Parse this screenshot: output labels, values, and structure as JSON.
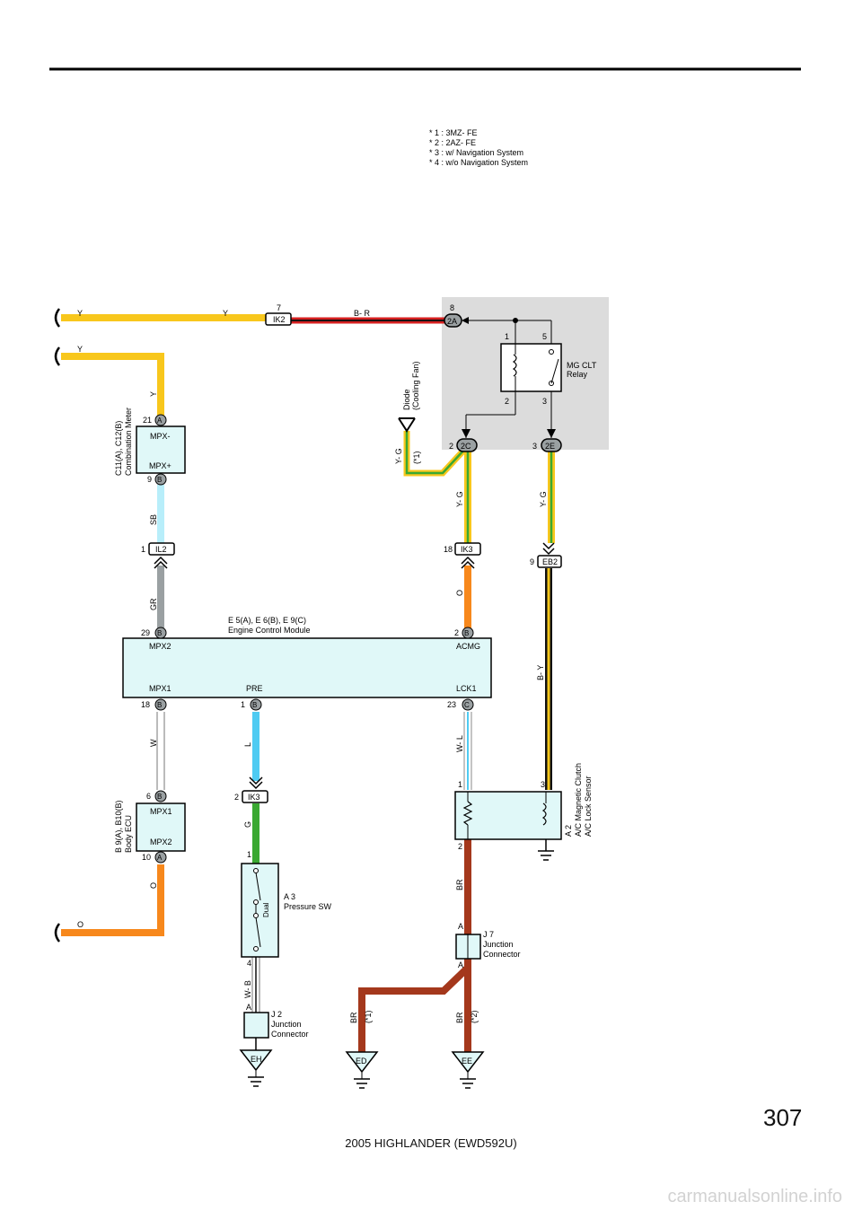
{
  "notes": [
    "* 1 : 3MZ- FE",
    "* 2 : 2AZ- FE",
    "* 3 : w/ Navigation System",
    "* 4 : w/o Navigation System"
  ],
  "colors": {
    "Y": "#f8c71c",
    "R": "#d62020",
    "B": "#111111",
    "G": "#3aa832",
    "SB": "#b8eefa",
    "GR": "#9aa0a2",
    "O": "#f7881c",
    "W": "#ffffff",
    "L": "#4fcbf2",
    "BR": "#a4381c",
    "relay_block_bg": "#dcdcdc",
    "component_fill": "#e0f8f8"
  },
  "wires": {
    "y_top_left": "Y",
    "y_top_right": "Y",
    "y_second": "Y",
    "y_vertical": "Y",
    "b_r": "B- R",
    "sb": "SB",
    "gr": "GR",
    "w": "W",
    "l": "L",
    "g": "G",
    "w_b": "W- B",
    "o_left": "O",
    "o_ecm": "O",
    "w_l": "W- L",
    "y_g_diode": "Y- G",
    "y_g_2c": "Y- G",
    "y_g_2e": "Y- G",
    "b_y": "B- Y",
    "br_sensor": "BR",
    "br_ed": "BR",
    "br_ee": "BR",
    "note_1": "(*1)",
    "note_1b": "(*1)",
    "note_2": "(*2)"
  },
  "connectors": {
    "ik2": "IK2",
    "ik2_pin": "7",
    "c2a": "2A",
    "c2a_pin": "8",
    "il2": "IL2",
    "il2_pin": "1",
    "ik3_top": "IK3",
    "ik3_top_pin": "18",
    "eb2": "EB2",
    "eb2_pin": "9",
    "c2c": "2C",
    "c2c_pin": "2",
    "c2e": "2E",
    "c2e_pin": "3",
    "ik3_bot": "IK3",
    "ik3_bot_pin": "2"
  },
  "relay": {
    "name": "MG CLT",
    "sub": "Relay",
    "pin1": "1",
    "pin5": "5",
    "pin2": "2",
    "pin3": "3"
  },
  "diode": {
    "name": "Diode",
    "sub": "(Cooling Fan)"
  },
  "meter": {
    "id": "C11(A), C12(B)",
    "name": "Combination Meter",
    "top_pin": "21",
    "top_conn": "A",
    "top_label": "MPX-",
    "bot_pin": "9",
    "bot_conn": "B",
    "bot_label": "MPX+"
  },
  "ecm": {
    "id": "E 5(A), E 6(B), E 9(C)",
    "name": "Engine Control Module",
    "mpx2": "MPX2",
    "acmg": "ACMG",
    "mpx1": "MPX1",
    "pre": "PRE",
    "lck1": "LCK1",
    "pin_mpx2": "29",
    "conn_mpx2": "B",
    "pin_acmg": "2",
    "conn_acmg": "B",
    "pin_mpx1": "18",
    "conn_mpx1": "B",
    "pin_pre": "1",
    "conn_pre": "B",
    "pin_lck1": "23",
    "conn_lck1": "C"
  },
  "body_ecu": {
    "id": "B 9(A), B10(B)",
    "name": "Body ECU",
    "top_pin": "6",
    "top_conn": "B",
    "top_label": "MPX1",
    "bot_pin": "10",
    "bot_conn": "A",
    "bot_label": "MPX2"
  },
  "pressure_sw": {
    "id": "A 3",
    "name": "Pressure SW",
    "dual": "Dual",
    "pin1": "1",
    "pin4": "4"
  },
  "clutch": {
    "id": "A 2",
    "name1": "A/C Magnetic Clutch",
    "name2": "A/C Lock Sensor",
    "pin1": "1",
    "pin3": "3",
    "pin2": "2"
  },
  "j7": {
    "id": "J 7",
    "name1": "Junction",
    "name2": "Connector",
    "a_top": "A",
    "a_bot": "A"
  },
  "j2": {
    "id": "J 2",
    "name1": "Junction",
    "name2": "Connector",
    "a": "A"
  },
  "grounds": {
    "eh": "EH",
    "ed": "ED",
    "ee": "EE"
  },
  "page_number": "307",
  "footer": "2005 HIGHLANDER (EWD592U)",
  "watermark": "carmanualsonline.info"
}
